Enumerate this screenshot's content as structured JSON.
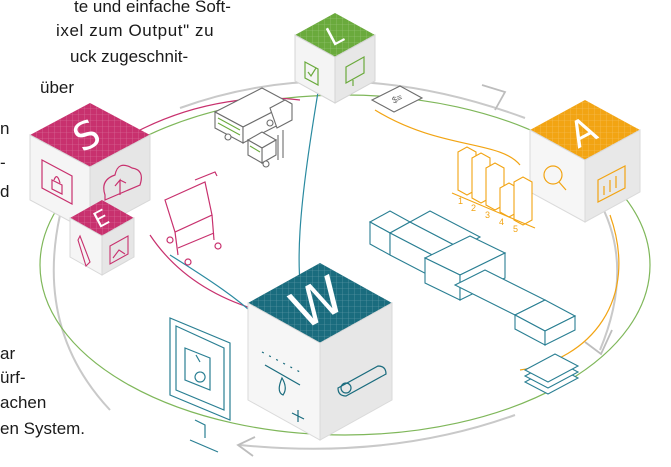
{
  "text_fragments": [
    "te und einfache Soft-",
    "ixel zum Output\" zu",
    "uck zugeschnit-",
    "über",
    "n",
    "-",
    "d",
    "ar",
    "ürf-",
    "achen",
    "en System."
  ],
  "cubes": {
    "l": {
      "letter": "L",
      "color": "#6aaa3c"
    },
    "s": {
      "letter": "S",
      "color": "#c8316e"
    },
    "e": {
      "letter": "E",
      "color": "#c8316e"
    },
    "a": {
      "letter": "A",
      "color": "#f2a413"
    },
    "w": {
      "letter": "W",
      "color": "#1a6c7e"
    }
  },
  "chart_labels": [
    "1",
    "2",
    "3",
    "4",
    "5"
  ],
  "colors": {
    "green": "#6aaa3c",
    "magenta": "#c8316e",
    "orange": "#f2a413",
    "teal": "#1a6c7e",
    "outline_gray": "#6d6d6d",
    "ring_gray": "#bdbdbd"
  },
  "icons": [
    "truck-icon",
    "forklift-icon",
    "shopping-cart-icon",
    "check-icon",
    "monitor-icon",
    "invoice-icon",
    "bar-chart-icon",
    "magnifier-icon",
    "lock-icon",
    "cloud-upload-icon",
    "paint-brush-icon",
    "image-icon",
    "pdf-document-icon",
    "printer-machine-icon",
    "paper-stack-icon",
    "droplet-icon",
    "toggle-icon"
  ]
}
